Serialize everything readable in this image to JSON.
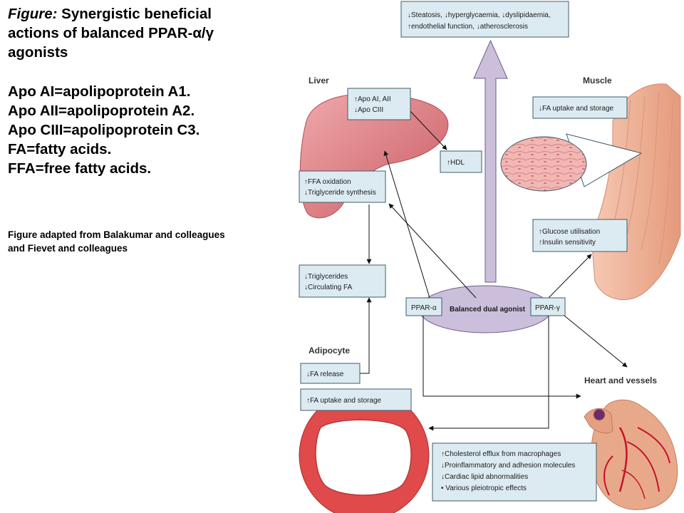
{
  "caption": {
    "figure_label": "Figure:",
    "title_rest": " Synergistic beneficial",
    "title_line2": "actions of balanced PPAR-α/γ",
    "title_line3": "agonists",
    "abbrev": [
      "Apo AI=apolipoprotein A1.",
      "Apo AII=apolipoprotein A2.",
      "Apo CIII=apolipoprotein C3.",
      "FA=fatty acids.",
      "FFA=free fatty acids."
    ],
    "source_line1": "Figure adapted from Balakumar and colleagues",
    "source_line2": "and Fievet and colleagues"
  },
  "labels": {
    "liver": "Liver",
    "muscle": "Muscle",
    "adipocyte": "Adipocyte",
    "heart": "Heart and vessels",
    "ppar_alpha": "PPAR-α",
    "ppar_gamma": "PPAR-γ",
    "dual": "Balanced dual agonist"
  },
  "boxes": {
    "top": [
      "↓Steatosis, ↓hyperglycaemia, ↓dyslipidaemia,",
      "↑endothelial function, ↓atherosclerosis"
    ],
    "apo": [
      "↑Apo AI, AII",
      "↓Apo CIII"
    ],
    "hdl": [
      "↑HDL"
    ],
    "ffa": [
      "↑FFA oxidation",
      "↓Triglyceride synthesis"
    ],
    "tg": [
      "↓Triglycerides",
      "↓Circulating FA"
    ],
    "fa_uptake_muscle": [
      "↓FA uptake and storage"
    ],
    "glucose": [
      "↑Glucose utilisation",
      "↑Insulin sensitivity"
    ],
    "fa_release": [
      "↓FA release"
    ],
    "fa_uptake_adipo": [
      "↑FA uptake and storage"
    ],
    "heart_effects": [
      "↑Cholesterol efflux from macrophages",
      "↓Proinflammatory and adhesion molecules",
      "↓Cardiac lipid abnormalities",
      "•  Various pleiotropic effects"
    ]
  },
  "colors": {
    "box_fill": "#dcebf1",
    "box_stroke": "#3d5d6a",
    "dual_fill": "#cbbfdc",
    "liver": "#d9737a",
    "muscle": "#f0b49a",
    "adipocyte": "#e04a4a",
    "heart": "#e8a98a"
  }
}
